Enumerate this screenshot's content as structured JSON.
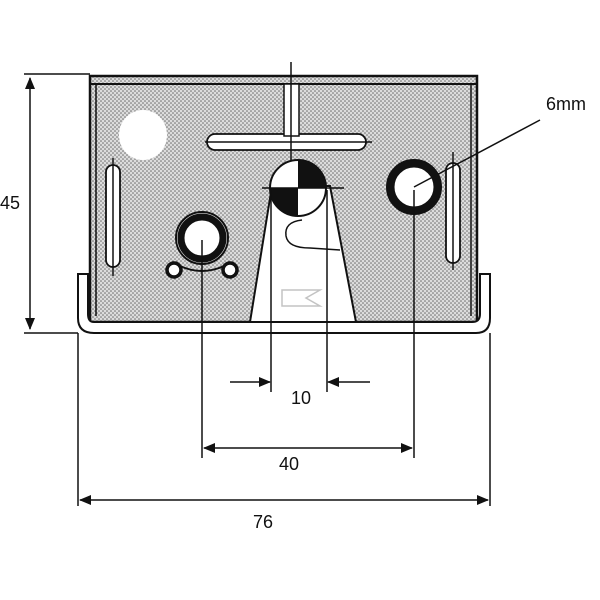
{
  "dimensions": {
    "height_label": "45",
    "inner_width_label": "10",
    "hole_spacing_label": "40",
    "overall_width_label": "76",
    "hole_diameter_label": "6mm"
  },
  "colors": {
    "line": "#111111",
    "background": "#ffffff",
    "body_fill": "#d9d9d9",
    "dot": "#666666"
  }
}
